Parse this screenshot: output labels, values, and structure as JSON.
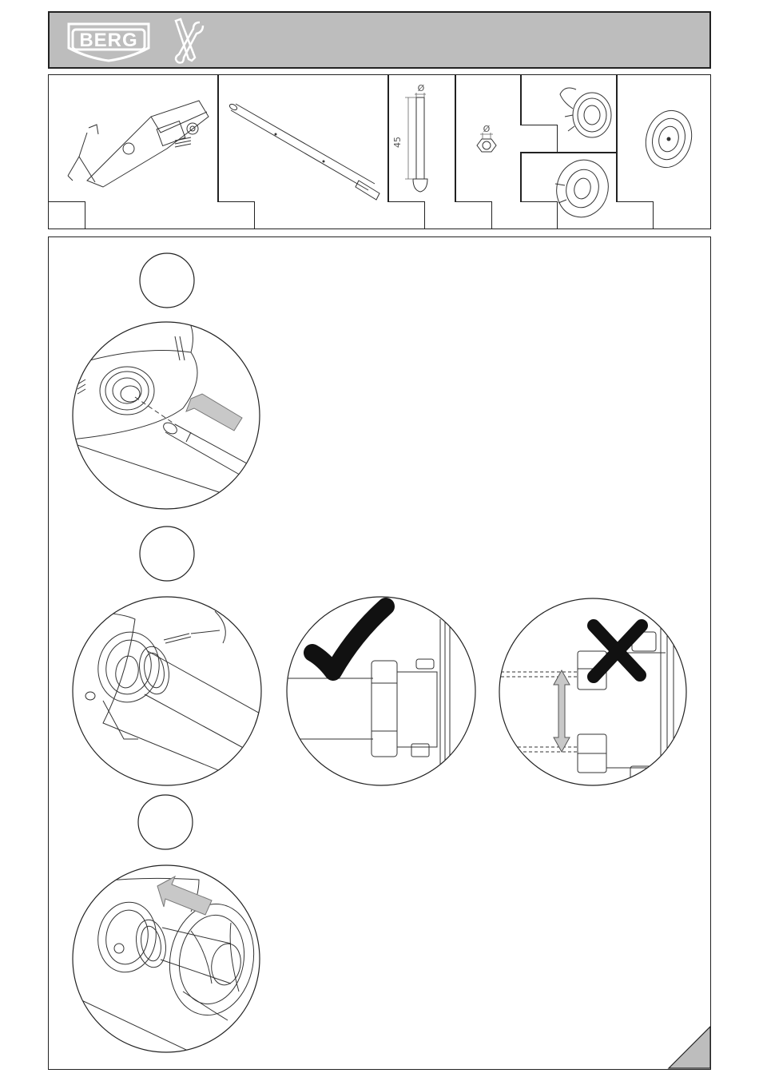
{
  "header": {
    "brand": "BERG",
    "tools_icon": "screwdriver-wrench-icon",
    "background_color": "#bdbdbd"
  },
  "parts": {
    "dimensions": {
      "bolt_diameter_symbol": "Ø",
      "bolt_length": "45",
      "nut_diameter_symbol": "Ø"
    }
  },
  "steps": [
    {
      "number": ""
    },
    {
      "number": ""
    },
    {
      "number": ""
    }
  ],
  "indicators": {
    "correct_icon": "checkmark-icon",
    "wrong_icon": "cross-icon",
    "arrow_color": "#c8c8c8"
  }
}
